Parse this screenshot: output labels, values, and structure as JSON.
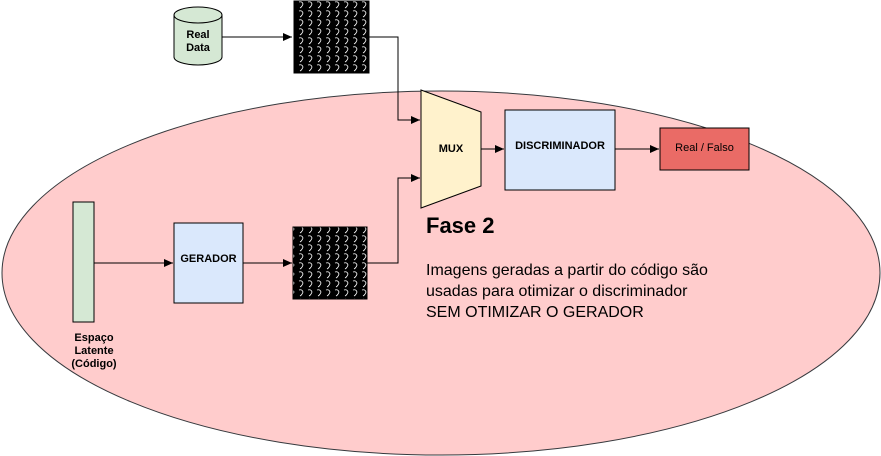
{
  "nodes": {
    "real_data": "Real\nData",
    "mux": "MUX",
    "discriminador": "DISCRIMINADOR",
    "output": "Real / Falso",
    "gerador": "GERADOR",
    "latent": "Espaço\nLatente\n(Código)"
  },
  "phase": {
    "title": "Fase 2",
    "line1": "Imagens geradas a partir do código são",
    "line2": "usadas para otimizar o discriminador",
    "line3": "SEM OTIMIZAR O GERADOR"
  },
  "colors": {
    "ellipse_fill": "#ffcccc",
    "ellipse_stroke": "#36393d",
    "mux_fill": "#fff2cc",
    "box_fill": "#dae8fc",
    "output_fill": "#ea6b66",
    "latent_fill": "#d5e8d4",
    "cylinder_fill": "#d5e8d4"
  }
}
